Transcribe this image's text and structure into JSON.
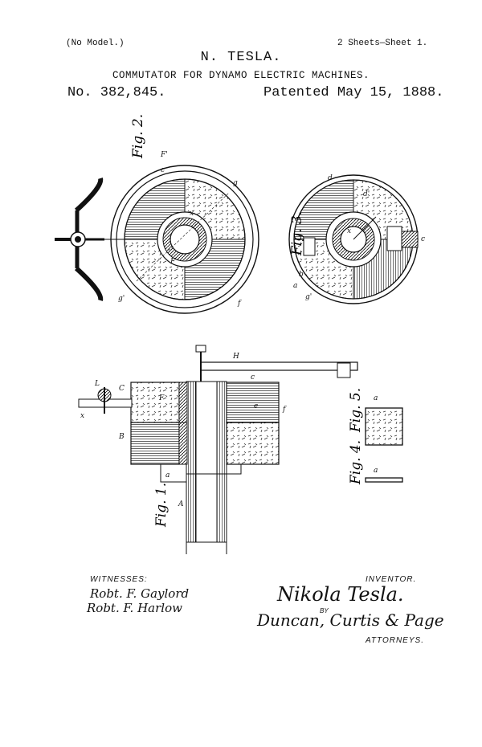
{
  "header": {
    "no_model": "(No Model.)",
    "sheets": "2 Sheets—Sheet 1.",
    "inventor_name": "N. TESLA.",
    "title": "COMMUTATOR FOR DYNAMO ELECTRIC MACHINES.",
    "patent_number": "No. 382,845.",
    "patent_date": "Patented May 15, 1888."
  },
  "figures": {
    "fig1": "Fig. 1.",
    "fig2": "Fig. 2.",
    "fig3": "Fig. 3.",
    "fig4": "Fig. 4.",
    "fig5": "Fig. 5."
  },
  "letters": {
    "fig2": [
      "F'",
      "c",
      "g",
      "x",
      "F",
      "f",
      "g'"
    ],
    "fig3": [
      "d",
      "d'",
      "g'",
      "a",
      "b",
      "c",
      "x"
    ],
    "fig1": [
      "H",
      "L",
      "C",
      "B",
      "F",
      "c",
      "e",
      "f",
      "a",
      "A",
      "x"
    ],
    "fig4": "a",
    "fig5": "a"
  },
  "footer": {
    "witnesses_label": "WITNESSES:",
    "witness_1": "Robt. F. Gaylord",
    "witness_2": "Robt. F. Harlow",
    "inventor_label": "INVENTOR.",
    "inventor_signature": "Nikola Tesla.",
    "by_label": "BY",
    "attorneys_signature": "Duncan, Curtis & Page",
    "attorneys_label": "ATTORNEYS."
  }
}
